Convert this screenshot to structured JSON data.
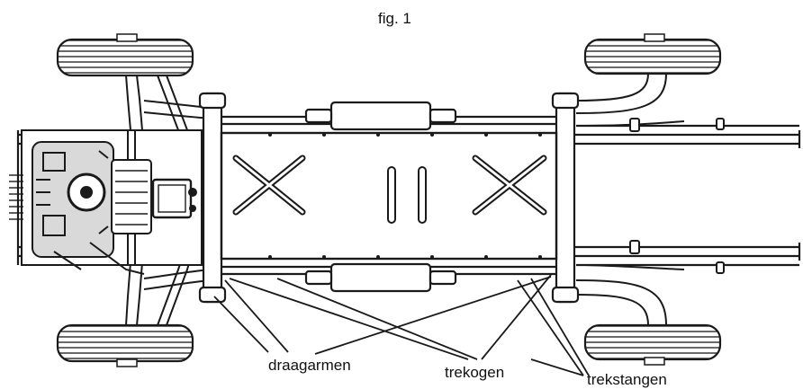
{
  "figure": {
    "caption": "fig. 1",
    "labels": {
      "draagarmen": "draagarmen",
      "trekogen": "trekogen",
      "trekstangen": "trekstangen"
    }
  },
  "colors": {
    "ink": "#1a1a1a",
    "paper": "#ffffff",
    "shade": "#d9d9d9"
  }
}
